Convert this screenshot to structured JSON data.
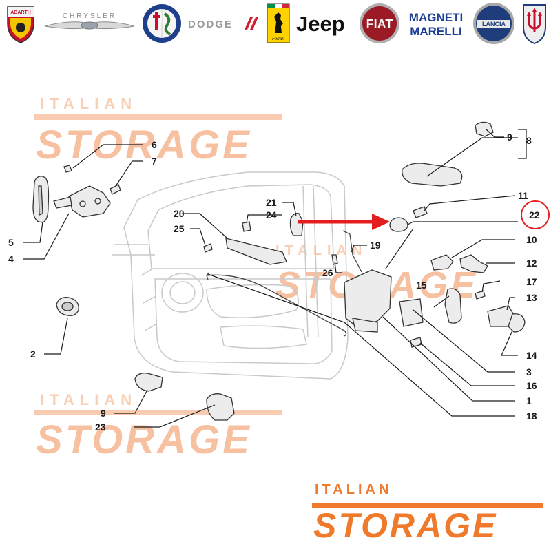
{
  "brands": [
    {
      "name": "ABARTH",
      "icon": "abarth-logo-icon"
    },
    {
      "name": "CHRYSLER",
      "icon": "chrysler-logo-icon"
    },
    {
      "name": "ALFA ROMEO",
      "icon": "alfa-romeo-logo-icon"
    },
    {
      "name": "DODGE",
      "icon": "dodge-logo-icon"
    },
    {
      "name": "Ferrari",
      "icon": "ferrari-logo-icon"
    },
    {
      "name": "Jeep",
      "icon": "jeep-logo-icon"
    },
    {
      "name": "FIAT",
      "icon": "fiat-logo-icon"
    },
    {
      "name": "MAGNETI MARELLI",
      "icon": "magneti-marelli-logo-icon"
    },
    {
      "name": "LANCIA",
      "icon": "lancia-logo-icon"
    },
    {
      "name": "MASERATI",
      "icon": "maserati-logo-icon"
    }
  ],
  "brand_text": {
    "chrysler": "CHRYSLER",
    "dodge": "DODGE",
    "jeep": "Jeep",
    "fiat": "FIAT",
    "magneti": "MAGNETI",
    "marelli": "MARELLI",
    "lancia": "LANCIA",
    "ferrari": "Ferrari"
  },
  "watermark": {
    "top": "ITALIAN",
    "main": "STORAGE"
  },
  "footer_logo": {
    "top": "ITALIAN",
    "main": "STORAGE"
  },
  "part_callouts": [
    "6",
    "7",
    "5",
    "4",
    "2",
    "9",
    "23",
    "20",
    "25",
    "21",
    "24",
    "26",
    "19",
    "9",
    "8",
    "11",
    "22",
    "10",
    "12",
    "15",
    "17",
    "13",
    "14",
    "3",
    "16",
    "1",
    "18"
  ],
  "highlight": {
    "part": "22",
    "color": "#e41e1e"
  },
  "colors": {
    "line": "#1a1a1a",
    "part_gray": "#bfbfbf",
    "watermark": "#f28f55",
    "brand_orange": "#f07a2c",
    "arrow_red": "#e41e1e"
  }
}
